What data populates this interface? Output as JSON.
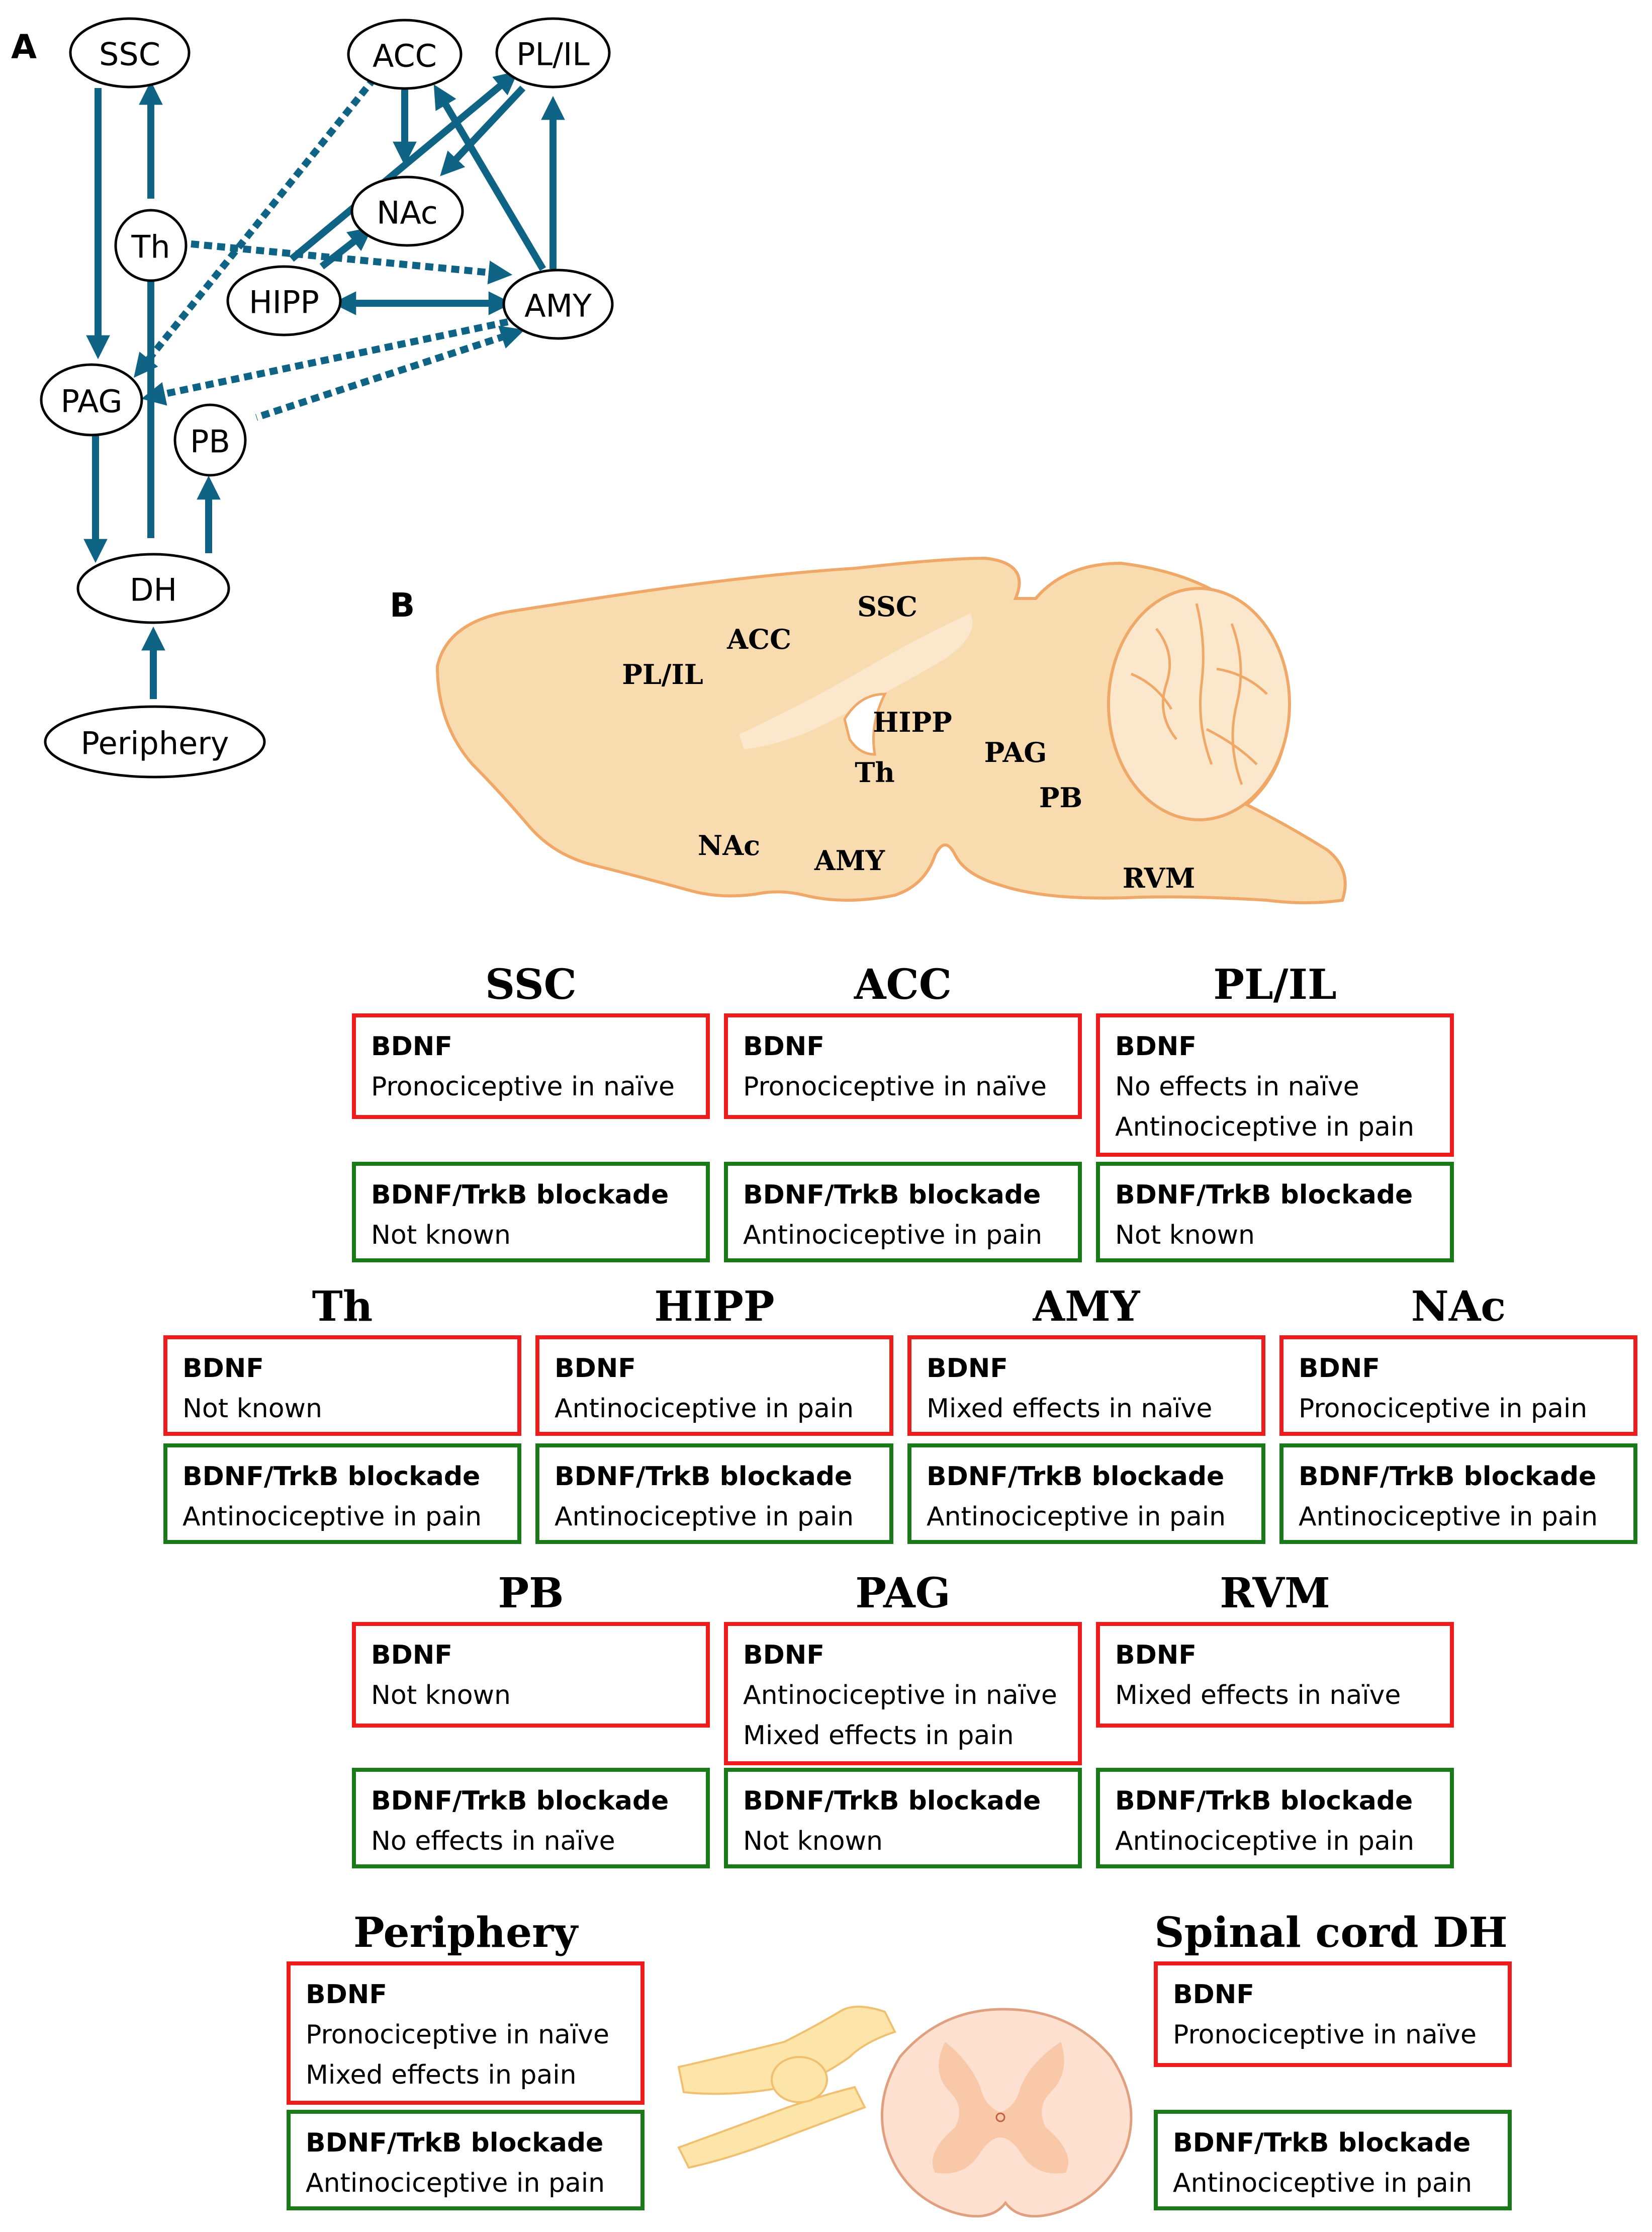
{
  "panel_a": {
    "label": "A",
    "nodes": {
      "ssc": "SSC",
      "acc": "ACC",
      "plil": "PL/IL",
      "nac": "NAc",
      "th": "Th",
      "hipp": "HIPP",
      "amy": "AMY",
      "pag": "PAG",
      "pb": "PB",
      "dh": "DH",
      "periphery": "Periphery"
    },
    "arrow_color": "#0f6384"
  },
  "panel_b": {
    "label": "B",
    "brain_labels": {
      "ssc": "SSC",
      "acc": "ACC",
      "plil": "PL/IL",
      "hipp": "HIPP",
      "th": "Th",
      "pag": "PAG",
      "pb": "PB",
      "nac": "NAc",
      "amy": "AMY",
      "rvm": "RVM"
    },
    "brain_fill": "#f8dcb0",
    "brain_outline": "#f0a868"
  },
  "regions": {
    "ssc": {
      "title": "SSC",
      "bdnf": {
        "heading": "BDNF",
        "lines": [
          "Pronociceptive in naïve"
        ]
      },
      "blockade": {
        "heading": "BDNF/TrkB blockade",
        "lines": [
          "Not known"
        ]
      }
    },
    "acc": {
      "title": "ACC",
      "bdnf": {
        "heading": "BDNF",
        "lines": [
          "Pronociceptive in naïve"
        ]
      },
      "blockade": {
        "heading": "BDNF/TrkB blockade",
        "lines": [
          "Antinociceptive in pain"
        ]
      }
    },
    "plil": {
      "title": "PL/IL",
      "bdnf": {
        "heading": "BDNF",
        "lines": [
          "No effects in naïve",
          "Antinociceptive in pain"
        ]
      },
      "blockade": {
        "heading": "BDNF/TrkB blockade",
        "lines": [
          "Not known"
        ]
      }
    },
    "th": {
      "title": "Th",
      "bdnf": {
        "heading": "BDNF",
        "lines": [
          "Not known"
        ]
      },
      "blockade": {
        "heading": "BDNF/TrkB blockade",
        "lines": [
          "Antinociceptive in pain"
        ]
      }
    },
    "hipp": {
      "title": "HIPP",
      "bdnf": {
        "heading": "BDNF",
        "lines": [
          "Antinociceptive in pain"
        ]
      },
      "blockade": {
        "heading": "BDNF/TrkB blockade",
        "lines": [
          "Antinociceptive in pain"
        ]
      }
    },
    "amy": {
      "title": "AMY",
      "bdnf": {
        "heading": "BDNF",
        "lines": [
          "Mixed effects in naïve"
        ]
      },
      "blockade": {
        "heading": "BDNF/TrkB blockade",
        "lines": [
          "Antinociceptive in pain"
        ]
      }
    },
    "nac": {
      "title": "NAc",
      "bdnf": {
        "heading": "BDNF",
        "lines": [
          "Pronociceptive in pain"
        ]
      },
      "blockade": {
        "heading": "BDNF/TrkB blockade",
        "lines": [
          "Antinociceptive in pain"
        ]
      }
    },
    "pb": {
      "title": "PB",
      "bdnf": {
        "heading": "BDNF",
        "lines": [
          "Not known"
        ]
      },
      "blockade": {
        "heading": "BDNF/TrkB blockade",
        "lines": [
          "No effects in naïve"
        ]
      }
    },
    "pag": {
      "title": "PAG",
      "bdnf": {
        "heading": "BDNF",
        "lines": [
          "Antinociceptive in naïve",
          "Mixed effects in pain"
        ]
      },
      "blockade": {
        "heading": "BDNF/TrkB blockade",
        "lines": [
          "Not known"
        ]
      }
    },
    "rvm": {
      "title": "RVM",
      "bdnf": {
        "heading": "BDNF",
        "lines": [
          "Mixed effects in naïve"
        ]
      },
      "blockade": {
        "heading": "BDNF/TrkB blockade",
        "lines": [
          "Antinociceptive in pain"
        ]
      }
    },
    "periphery": {
      "title": "Periphery",
      "bdnf": {
        "heading": "BDNF",
        "lines": [
          "Pronociceptive in naïve",
          "Mixed effects in pain"
        ]
      },
      "blockade": {
        "heading": "BDNF/TrkB blockade",
        "lines": [
          "Antinociceptive in pain"
        ]
      }
    },
    "dh": {
      "title": "Spinal cord DH",
      "bdnf": {
        "heading": "BDNF",
        "lines": [
          "Pronociceptive in naïve"
        ]
      },
      "blockade": {
        "heading": "BDNF/TrkB blockade",
        "lines": [
          "Antinociceptive in pain"
        ]
      }
    }
  },
  "colors": {
    "bdnf_border": "#ee1c1c",
    "blockade_border": "#1a7a1a"
  }
}
